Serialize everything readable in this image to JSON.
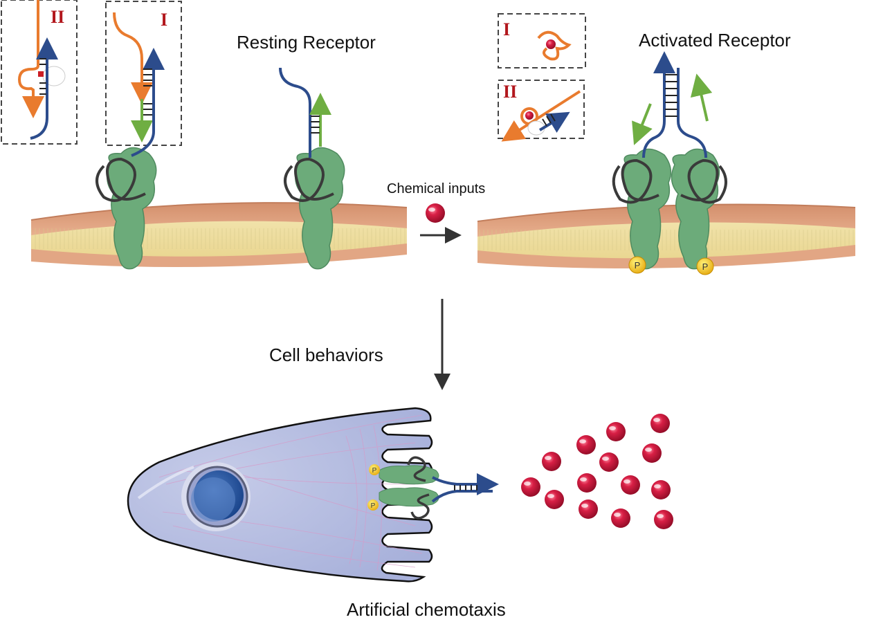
{
  "labels": {
    "resting_receptor": "Resting Receptor",
    "activated_receptor": "Activated Receptor",
    "chemical_inputs": "Chemical inputs",
    "cell_behaviors": "Cell behaviors",
    "artificial_chemotaxis": "Artificial chemotaxis"
  },
  "insets": {
    "left_top_ii": "II",
    "left_top_i": "I",
    "right_top_i": "I",
    "right_top_ii": "II"
  },
  "phospho_label": "P",
  "colors": {
    "dna_orange": "#e97b2e",
    "dna_blue": "#2c4c8c",
    "dna_green": "#6fae42",
    "protein_green": "#6cab7a",
    "roman_red": "#b2171d",
    "membrane_top": "#d99a76",
    "membrane_inner": "#f1e3a8",
    "sphere_red": "#c8173a",
    "phospho_yellow": "#f6c31d",
    "cell_body": "#b9c1e3",
    "nucleus": "#2d5fa6"
  }
}
